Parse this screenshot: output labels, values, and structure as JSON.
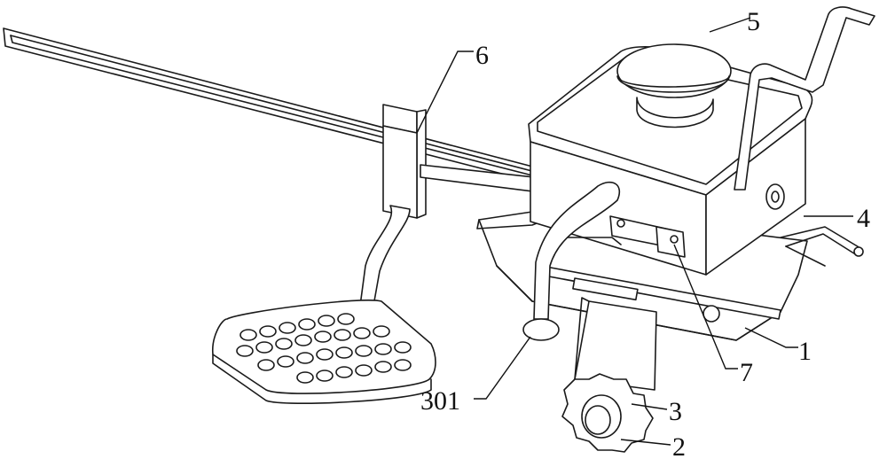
{
  "labels": {
    "l1": "1",
    "l2": "2",
    "l3": "3",
    "l4": "4",
    "l5": "5",
    "l6": "6",
    "l7": "7",
    "l301": "301"
  },
  "colors": {
    "stroke": "#1a1a1a",
    "background": "#ffffff"
  }
}
